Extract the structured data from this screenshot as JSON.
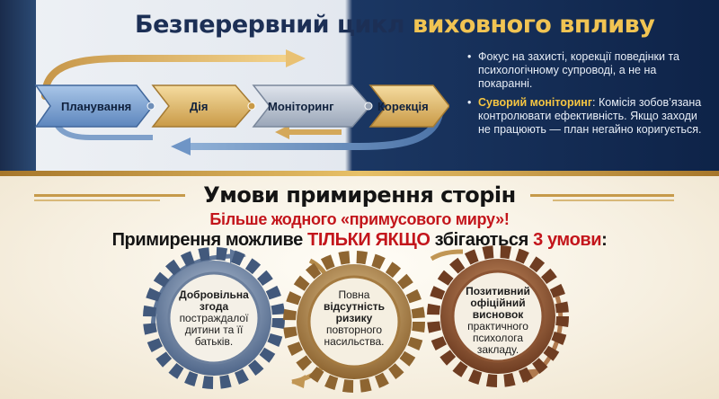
{
  "top": {
    "title_part1": "Безперервний цикл ",
    "title_part2": "виховного впливу",
    "cycle": {
      "steps": [
        "Планування",
        "Дія",
        "Моніторинг",
        "Корекція"
      ]
    },
    "bullets": [
      {
        "key": "",
        "text": "Фокус на захисті, корекції поведінки та психологічному супроводі, а не на покаранні."
      },
      {
        "key": "Суворий моніторинг",
        "text": ": Комісія зобов’язана контролювати ефективність. Якщо заходи не працюють — план негайно коригується."
      }
    ]
  },
  "bottom": {
    "title": "Умови примирення сторін",
    "warning": "Більше жодного «примусового миру»!",
    "condition_part1": "Примирення можливе ",
    "condition_part2": "ТІЛЬКИ ЯКЩО",
    "condition_part3": " збігаються ",
    "condition_part4": "3 умови",
    "condition_part5": ":",
    "gears": [
      {
        "title": "Добровільна згода",
        "text": "постраждалої дитини та її батьків."
      },
      {
        "pre": "Повна",
        "title": "відсутність ризику",
        "text": "повторного насильства."
      },
      {
        "title": "Позитивний офіційний висновок",
        "text": "практичного психолога закладу."
      }
    ]
  },
  "colors": {
    "navy": "#1c2f55",
    "gold": "#f1c453",
    "red": "#c3151b",
    "steel": "#6d84a4",
    "bronze": "#a87a45",
    "copper": "#9b5f3a"
  }
}
